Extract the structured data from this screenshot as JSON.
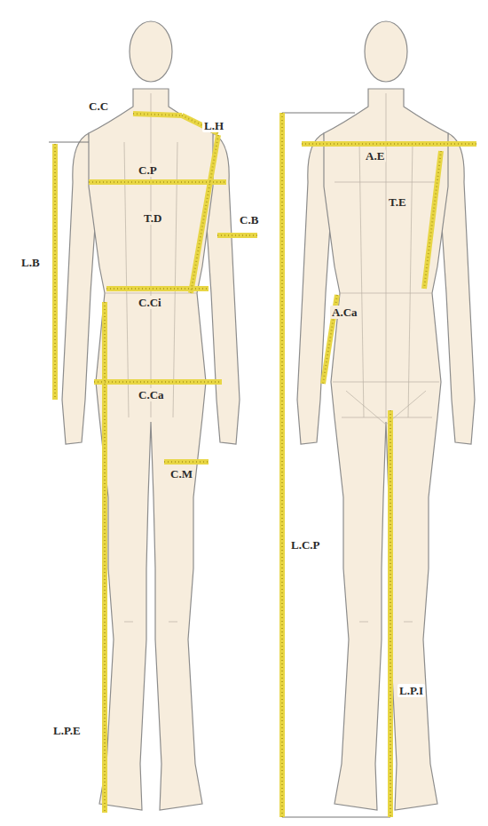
{
  "diagram": {
    "labels": [
      "C.C",
      "L.H",
      "C.P",
      "C.B",
      "T.D",
      "L.B",
      "C.Ci",
      "C.Ca",
      "C.M",
      "L.P.E",
      "A.E",
      "T.E",
      "A.Ca",
      "L.C.P",
      "L.P.I"
    ]
  }
}
